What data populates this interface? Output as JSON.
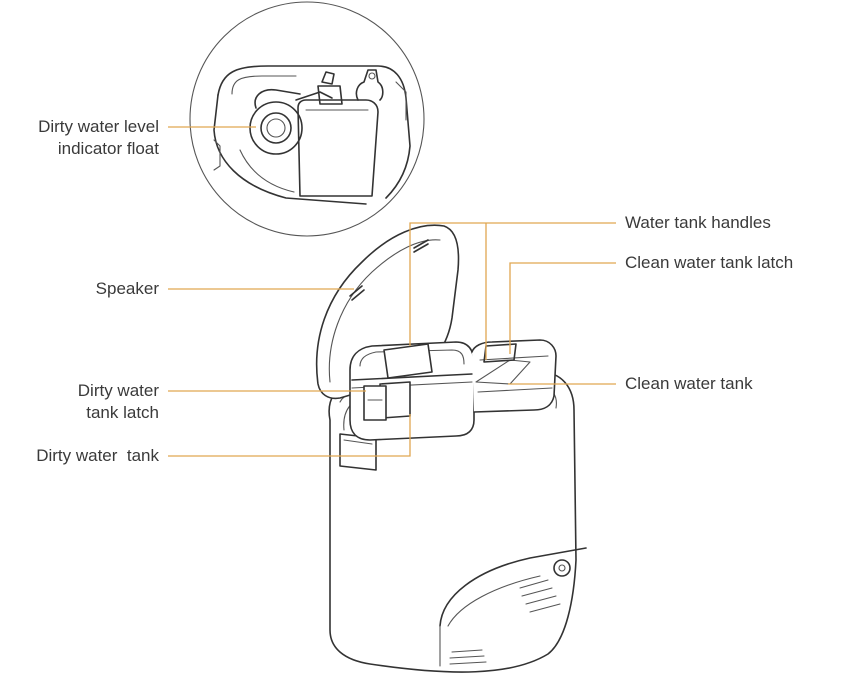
{
  "labels": {
    "float_line1": "Dirty water level",
    "float_line2": "indicator float",
    "speaker": "Speaker",
    "dirty_latch_line1": "Dirty water",
    "dirty_latch_line2": "tank latch",
    "dirty_tank": "Dirty water  tank",
    "handles": "Water tank handles",
    "clean_latch": "Clean water tank latch",
    "clean_tank": "Clean water tank"
  },
  "colors": {
    "callout": "#e0a650",
    "outline": "#333333",
    "text": "#3a3a3a"
  }
}
